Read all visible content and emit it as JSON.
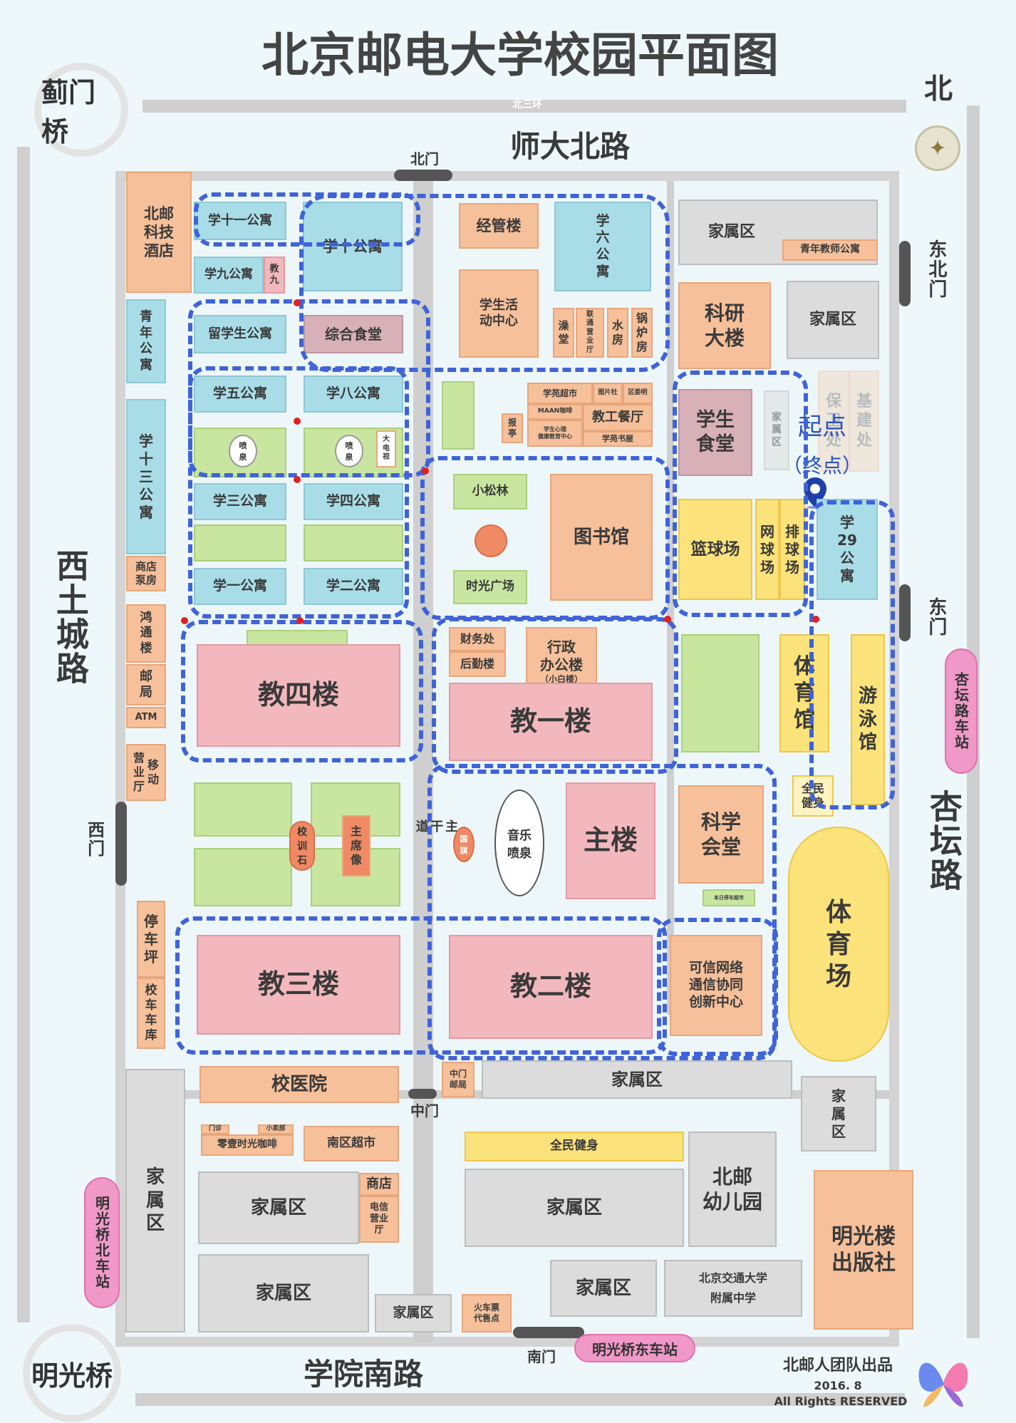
{
  "title": "北京邮电大学校园平面图",
  "compass": {
    "label": "北"
  },
  "roads": {
    "north_ring": "北三环",
    "north": "师大北路",
    "west": "西土城路",
    "east": "杏坛路",
    "south": "学院南路"
  },
  "bridges": {
    "nw": "蓟门桥",
    "sw": "明光桥"
  },
  "gates": {
    "north": "北门",
    "northeast": "东北门",
    "east": "东门",
    "west": "西门",
    "middle": "中门",
    "south": "南门"
  },
  "bus_stops": {
    "east": "杏坛路车站",
    "west": "明光桥北车站",
    "south": "明光桥东车站"
  },
  "marker": {
    "line1": "起点",
    "line2": "（终点）"
  },
  "credits": {
    "team": "北邮人团队出品",
    "date": "2016. 8",
    "rights": "All Rights RESERVED"
  },
  "buildings": {
    "hotel": "北邮\n科技\n酒店",
    "xue11": "学十一公寓",
    "xue9": "学九公寓",
    "jiao9": "教\n九",
    "xue10": "学十公寓",
    "jingguan": "经管楼",
    "xue6": "学\n六\n公\n寓",
    "jiashu_ne1": "家属区",
    "youth_apt_teacher": "青年教师公寓",
    "qingnian": "青\n年\n公\n寓",
    "liuxuesheng": "留学生公寓",
    "zonghe": "综合食堂",
    "xuesheng_center": "学生活\n动中心",
    "zaotang": "澡\n堂",
    "lianyi": "联\n通\n营\n业\n厅",
    "shuifang": "水\n房",
    "guolu": "锅\n炉\n房",
    "keyan": "科研\n大楼",
    "jiashu_ne2": "家属区",
    "xue5": "学五公寓",
    "xue8": "学八公寓",
    "xue13": "学\n十\n三\n公\n寓",
    "penquan1": "喷\n泉",
    "penquan2": "喷\n泉",
    "dadianshi": "大\n电\n视",
    "baoting": "报\n亭",
    "xueyuan_market": "学苑超市",
    "tupian": "图片社",
    "xiaoxiang": "区委明",
    "maan": "MAAN咖啡",
    "heart": "学生心理\n健康教育中心",
    "jiaogong": "教工餐厅",
    "xueyuan_book": "学苑书屋",
    "xueshi": "学生\n食堂",
    "jiashu_small": "家\n属\n区",
    "baowei": "保卫处",
    "jijian": "基建处",
    "xue3": "学三公寓",
    "xue4": "学四公寓",
    "xiaosonglin": "小松林",
    "library": "图书馆",
    "basketball": "篮球场",
    "volleyball": "网\n球\n场",
    "paiqiu": "排\n球\n场",
    "xue29": "学\n29\n公\n寓",
    "shop_pump": "商店\n泵房",
    "xue1": "学一公寓",
    "xue2": "学二公寓",
    "shiguang": "时光广场",
    "hongtong": "鸿\n通\n楼",
    "youju": "邮\n局",
    "atm": "ATM",
    "jiao4": "教四楼",
    "caiwu": "财务处",
    "houqin": "后勤楼",
    "xingzheng": "行政\n办公楼",
    "xiaobai": "（小白楼）",
    "jiao1": "教一楼",
    "tiyuguan": "体\n育\n馆",
    "youyong": "游\n泳\n馆",
    "yidong": "营\n业\n厅",
    "yidong2": "移\n动",
    "quanmin1": "全民\n健身",
    "xiaoxunshi": "校\n训\n石",
    "zhuxixiang": "主\n席\n像",
    "zhugandao": "主\n干\n道",
    "guoqi": "国\n旗",
    "yinyue": "音乐\n喷泉",
    "zhulou": "主楼",
    "kexue": "科学\n会堂",
    "tiyuchang": "体\n育\n场",
    "tingche": "停\n车\n坪",
    "xiaoche": "校\n车\n车\n库",
    "jiao3": "教三楼",
    "jiao2": "教二楼",
    "kexin": "可信网络\n通信协同\n创新中心",
    "small_shop": "本日停车超市",
    "jiashu_west": "家\n属\n区",
    "xiaoyiyuan": "校医院",
    "zhongmen_post": "中门\n邮局",
    "jiashu_mid": "家属区",
    "jiashu_east": "家\n属\n区",
    "menzhen": "门诊",
    "xiaomai": "小卖部",
    "lingqiu": "零壹时光咖啡",
    "nanqu": "南区超市",
    "quanmin2": "全民健身",
    "jiashu_a": "家属区",
    "shangdian": "商店",
    "dianxin": "电信\n营业\n厅",
    "jiashu_b": "家属区",
    "youer": "北邮\n幼儿园",
    "mingguang": "明光楼\n出版社",
    "jiashu_c": "家属区",
    "jiashu_d": "家属区",
    "huoche": "火车票\n代售点",
    "jiashu_e": "家属区",
    "jiaoda": "北京交通大学",
    "fushu": "附属中学"
  }
}
